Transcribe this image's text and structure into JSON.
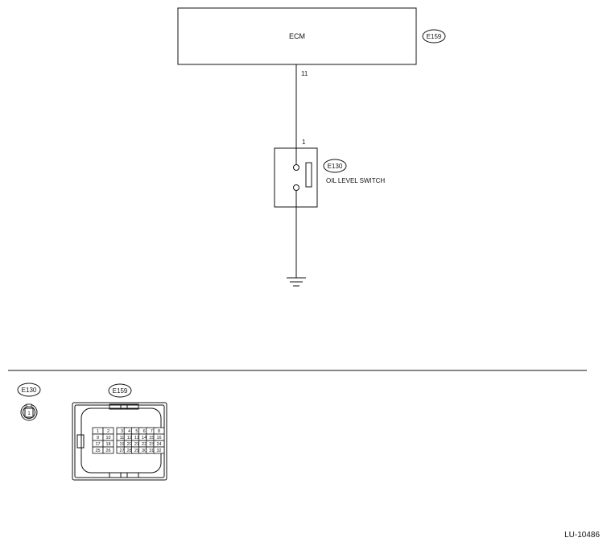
{
  "ecm": {
    "label": "ECM",
    "connector": "E159",
    "pin": "11"
  },
  "switch": {
    "label": "OIL LEVEL SWITCH",
    "connector": "E130",
    "pin": "1"
  },
  "connector_views": {
    "e130": {
      "code": "E130",
      "pin": "1"
    },
    "e159": {
      "code": "E159",
      "pins_left": [
        [
          "1",
          "2"
        ],
        [
          "9",
          "10"
        ],
        [
          "17",
          "18"
        ],
        [
          "25",
          "26"
        ]
      ],
      "pins_right": [
        [
          "3",
          "4",
          "5",
          "6",
          "7",
          "8"
        ],
        [
          "11",
          "12",
          "13",
          "14",
          "15",
          "16"
        ],
        [
          "19",
          "20",
          "21",
          "22",
          "23",
          "24"
        ],
        [
          "27",
          "28",
          "29",
          "30",
          "31",
          "32"
        ]
      ]
    }
  },
  "diagram_id": "LU-10486"
}
